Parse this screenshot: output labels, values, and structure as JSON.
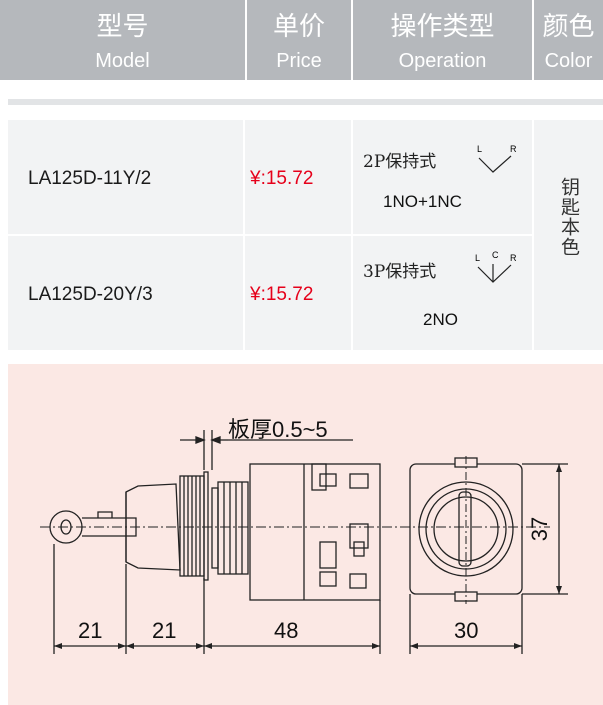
{
  "header": {
    "columns": [
      {
        "zh": "型号",
        "en": "Model"
      },
      {
        "zh": "单价",
        "en": "Price"
      },
      {
        "zh": "操作类型",
        "en": "Operation"
      },
      {
        "zh": "颜色",
        "en": "Color"
      }
    ]
  },
  "products": [
    {
      "model": "LA125D-11Y/2",
      "price": "¥:15.72",
      "operation": "2P保持式",
      "positions": [
        "L",
        "R"
      ],
      "contacts": "1NO+1NC"
    },
    {
      "model": "LA125D-20Y/3",
      "price": "¥:15.72",
      "operation": "3P保持式",
      "positions": [
        "L",
        "C",
        "R"
      ],
      "contacts": "2NO"
    }
  ],
  "color_value": "钥匙本色",
  "drawing": {
    "plate_thickness_label": "板厚0.5~5",
    "dim_21a": "21",
    "dim_21b": "21",
    "dim_48": "48",
    "dim_30": "30",
    "dim_37": "37"
  },
  "colors": {
    "header_bg": "#b5b8bc",
    "table_bg": "#f2f3f4",
    "price_red": "#e6001a",
    "drawing_bg": "#fbe8e4"
  }
}
